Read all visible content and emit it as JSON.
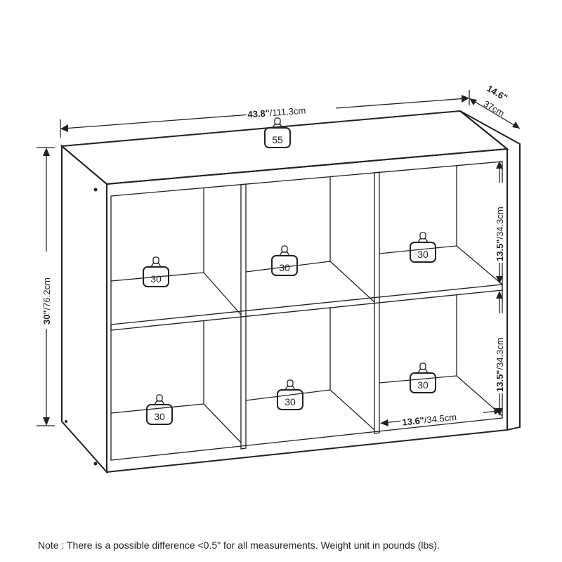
{
  "dimensions": {
    "width_in": "43.8\"",
    "width_cm": "/111.3cm",
    "depth_in": "14.6\"",
    "depth_cm": "37cm",
    "height_in": "30\"",
    "height_cm": "/76.2cm",
    "cube_height_in": "13.5\"",
    "cube_height_cm": "/34.3cm",
    "cube_width_in": "13.6\"",
    "cube_width_cm": "/34.5cm"
  },
  "weights": {
    "top": "55",
    "cube_1": "30",
    "cube_2": "30",
    "cube_3": "30",
    "cube_4": "30",
    "cube_5": "30",
    "cube_6": "30"
  },
  "note": "Note : There is a possible difference <0.5\" for all measurements. Weight unit in pounds (lbs)."
}
